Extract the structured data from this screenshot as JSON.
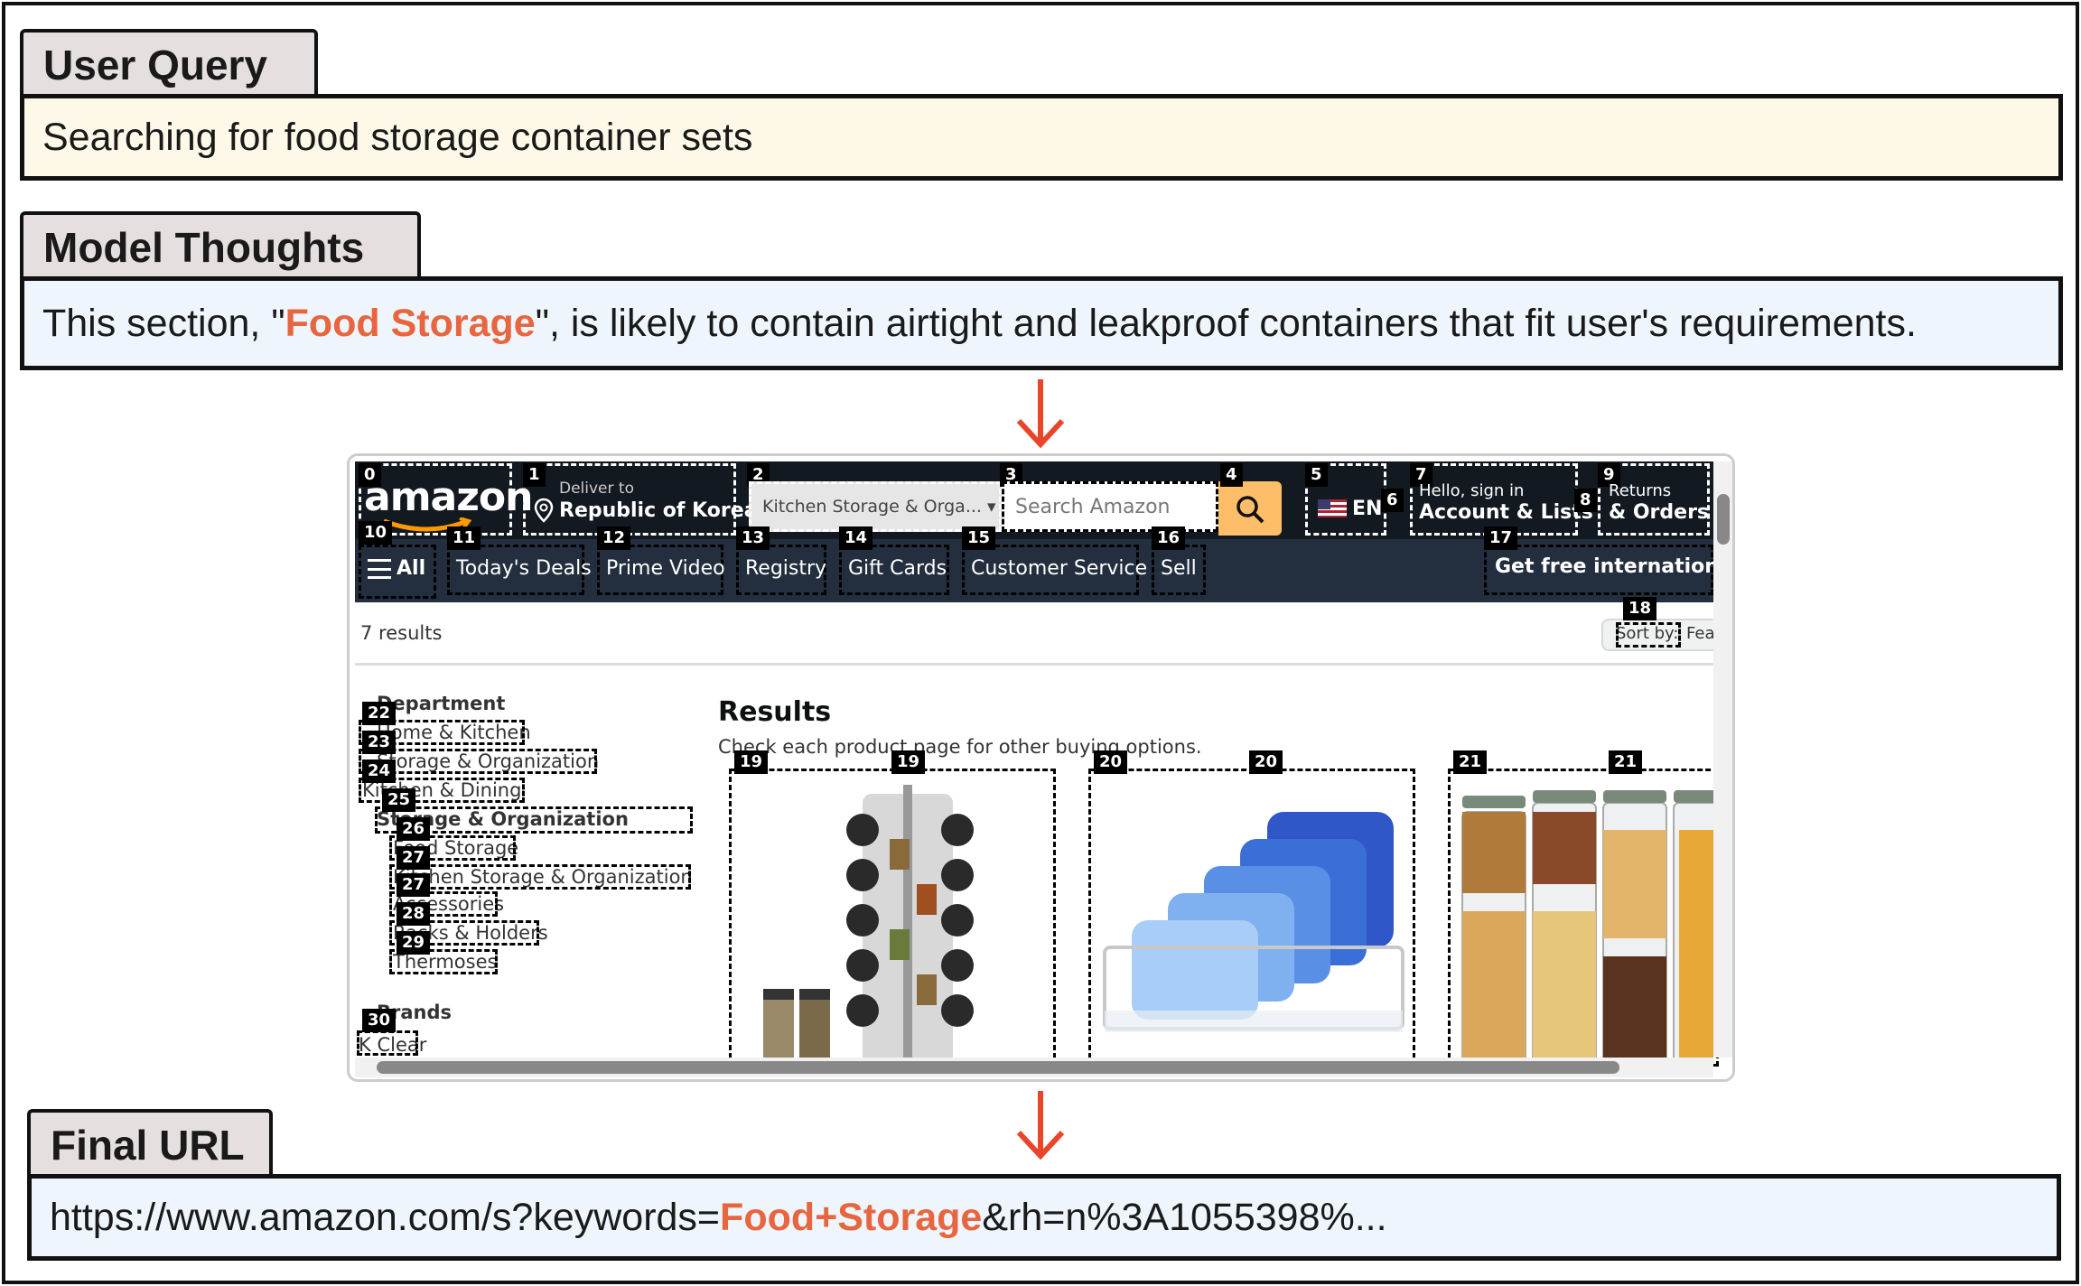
{
  "query": {
    "tab": "User Query",
    "text": "Searching for food storage container sets"
  },
  "thoughts": {
    "tab": "Model Thoughts",
    "pre": "This section, \"",
    "highlight": "Food Storage",
    "post": "\", is likely to contain airtight and leakproof containers that fit user's requirements."
  },
  "url": {
    "tab": "Final URL",
    "pre": "https://www.amazon.com/s?keywords=",
    "highlight": "Food+Storage",
    "post": "&rh=n%3A1055398%..."
  },
  "colors": {
    "accent": "#e8663f",
    "query_bg": "#fdf8e7",
    "panel_bg": "#eef5fc"
  },
  "amazon": {
    "logo": "amazon",
    "deliver_to": "Deliver to",
    "location": "Republic of Korea",
    "search_category": "Kitchen Storage & Orga...",
    "search_placeholder": "Search Amazon",
    "lang": "EN",
    "account_top": "Hello, sign in",
    "account_bottom": "Account & Lists",
    "returns_top": "Returns",
    "returns_bottom": "& Orders",
    "all": "All",
    "nav_items": [
      "Today's Deals",
      "Prime Video",
      "Registry",
      "Gift Cards",
      "Customer Service",
      "Sell"
    ],
    "promo": "Get free international d",
    "results_count": "7 results",
    "sort_by": "Sort by:",
    "sort_value": "Fea",
    "results_title": "Results",
    "results_sub": "Check each product page for other buying options.",
    "department": "Department",
    "dept_items": [
      "Home & Kitchen",
      "Storage & Organization",
      "Kitchen & Dining",
      "Storage & Organization",
      "Food Storage",
      "Kitchen Storage & Organization",
      "Accessories",
      "Racks & Holders",
      "Thermoses"
    ],
    "brands": "Brands",
    "brand_item": "K Clear",
    "labels": [
      "0",
      "1",
      "2",
      "3",
      "4",
      "5",
      "6",
      "7",
      "8",
      "9",
      "10",
      "11",
      "12",
      "13",
      "14",
      "15",
      "16",
      "17",
      "18",
      "19",
      "19",
      "20",
      "20",
      "21",
      "21",
      "22",
      "23",
      "24",
      "25",
      "26",
      "27",
      "27",
      "28",
      "29",
      "30"
    ]
  }
}
